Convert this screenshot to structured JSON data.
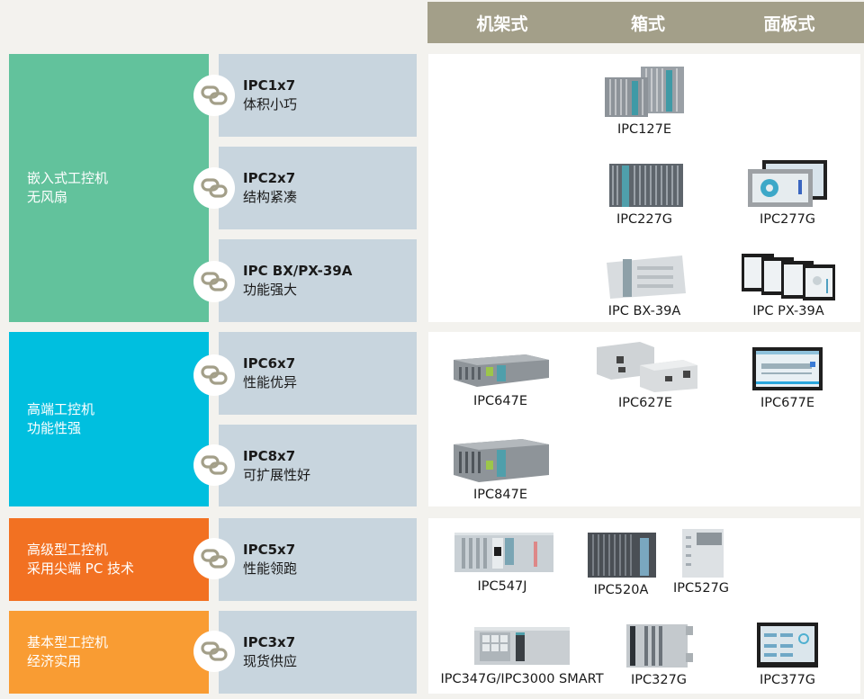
{
  "header": {
    "columns": [
      "机架式",
      "箱式",
      "面板式"
    ]
  },
  "colors": {
    "header_bg": "#a39f89",
    "embedded": "#62c29c",
    "highend": "#00bfdf",
    "advanced": "#f27122",
    "basic": "#f99c33",
    "series_bg": "#c8d5de",
    "link_icon": "#a39f89"
  },
  "categories": [
    {
      "line1": "嵌入式工控机",
      "line2": "无风扇"
    },
    {
      "line1": "高端工控机",
      "line2": "功能性强"
    },
    {
      "line1": "高级型工控机",
      "line2": "采用尖端 PC 技术"
    },
    {
      "line1": "基本型工控机",
      "line2": "经济实用"
    }
  ],
  "series": [
    {
      "code": "IPC1x7",
      "desc": "体积小巧"
    },
    {
      "code": "IPC2x7",
      "desc": "结构紧凑"
    },
    {
      "code": "IPC BX/PX-39A",
      "desc": "功能强大"
    },
    {
      "code": "IPC6x7",
      "desc": "性能优异"
    },
    {
      "code": "IPC8x7",
      "desc": "可扩展性好"
    },
    {
      "code": "IPC5x7",
      "desc": "性能领跑"
    },
    {
      "code": "IPC3x7",
      "desc": "现货供应"
    }
  ],
  "products": {
    "ipc127e": "IPC127E",
    "ipc227g": "IPC227G",
    "ipc277g": "IPC277G",
    "ipcbx39a": "IPC BX-39A",
    "ipcpx39a": "IPC PX-39A",
    "ipc647e": "IPC647E",
    "ipc627e": "IPC627E",
    "ipc677e": "IPC677E",
    "ipc847e": "IPC847E",
    "ipc547j": "IPC547J",
    "ipc520a": "IPC520A",
    "ipc527g": "IPC527G",
    "ipc347g": "IPC347G/IPC3000 SMART",
    "ipc327g": "IPC327G",
    "ipc377g": "IPC377G"
  }
}
